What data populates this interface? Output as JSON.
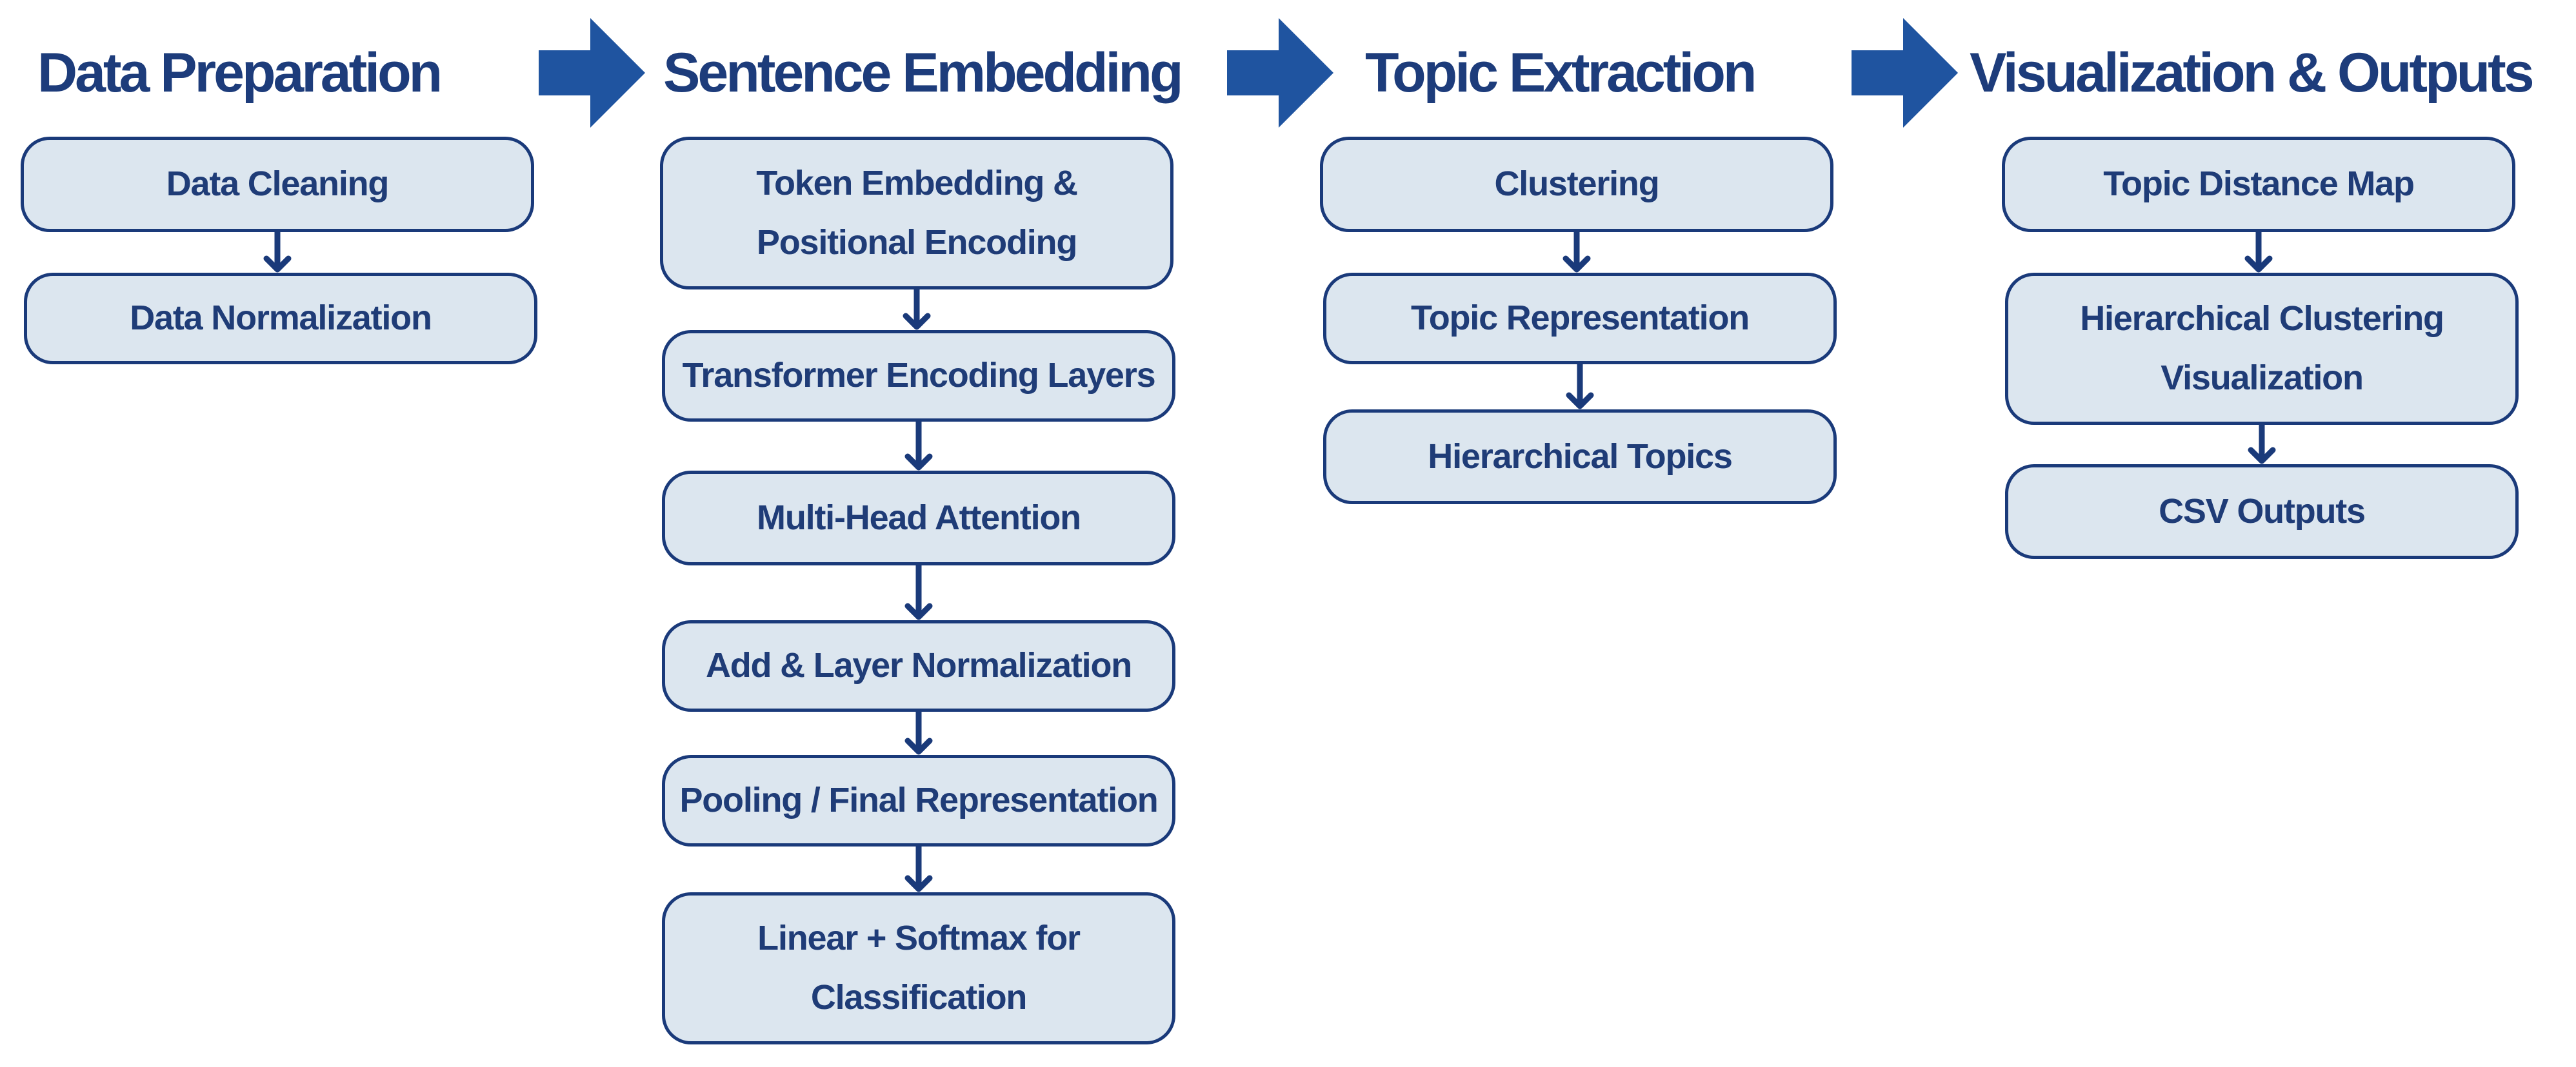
{
  "colors": {
    "heading_text": "#1d3c7b",
    "box_text": "#1f3c77",
    "box_fill": "#dce6ef",
    "box_border": "#1a3a7a",
    "stage_arrow": "#1f54a0",
    "connector_arrow": "#1a3a7a"
  },
  "icons": {
    "stage_arrow": "block-right-arrow-icon",
    "connector": "down-arrow-icon"
  },
  "stages": [
    {
      "title": "Data Preparation",
      "steps": [
        "Data Cleaning",
        "Data Normalization"
      ]
    },
    {
      "title": "Sentence Embedding",
      "steps": [
        "Token Embedding &\nPositional Encoding",
        "Transformer Encoding Layers",
        "Multi-Head Attention",
        "Add & Layer Normalization",
        "Pooling / Final Representation",
        "Linear + Softmax for\nClassification"
      ]
    },
    {
      "title": "Topic Extraction",
      "steps": [
        "Clustering",
        "Topic Representation",
        "Hierarchical Topics"
      ]
    },
    {
      "title": "Visualization & Outputs",
      "steps": [
        "Topic Distance Map",
        "Hierarchical Clustering\nVisualization",
        "CSV Outputs"
      ]
    }
  ]
}
